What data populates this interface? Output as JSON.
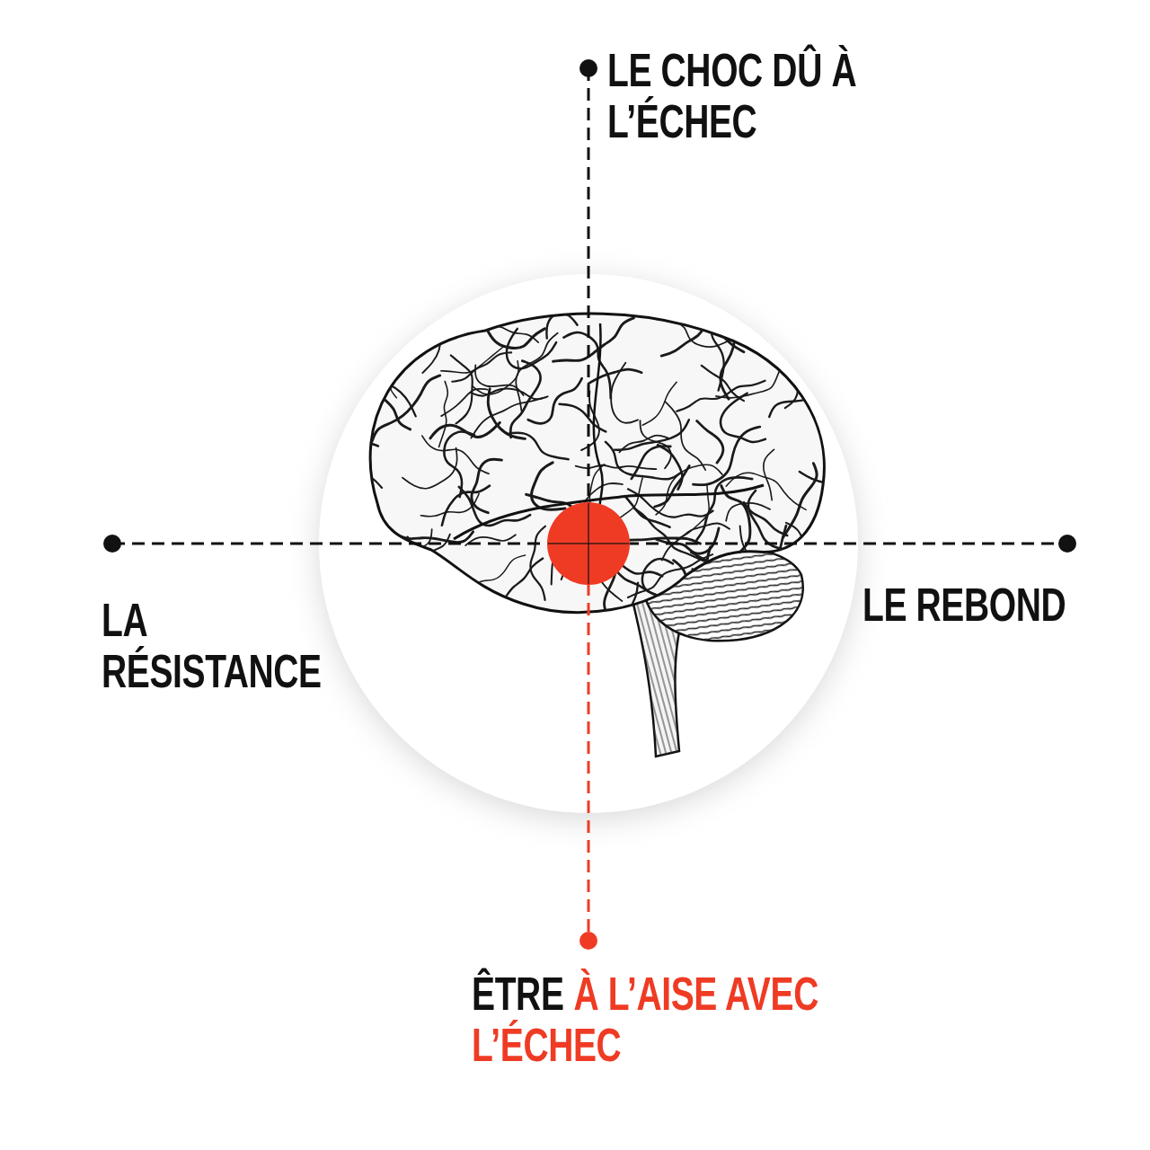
{
  "diagram": {
    "labels": [
      "LE CHOC DÛ À L’ÉCHEC",
      "LA RÉSISTANCE",
      "LE REBOND",
      "ÊTRE",
      "À L’AISE AVEC L’ÉCHEC"
    ]
  }
}
